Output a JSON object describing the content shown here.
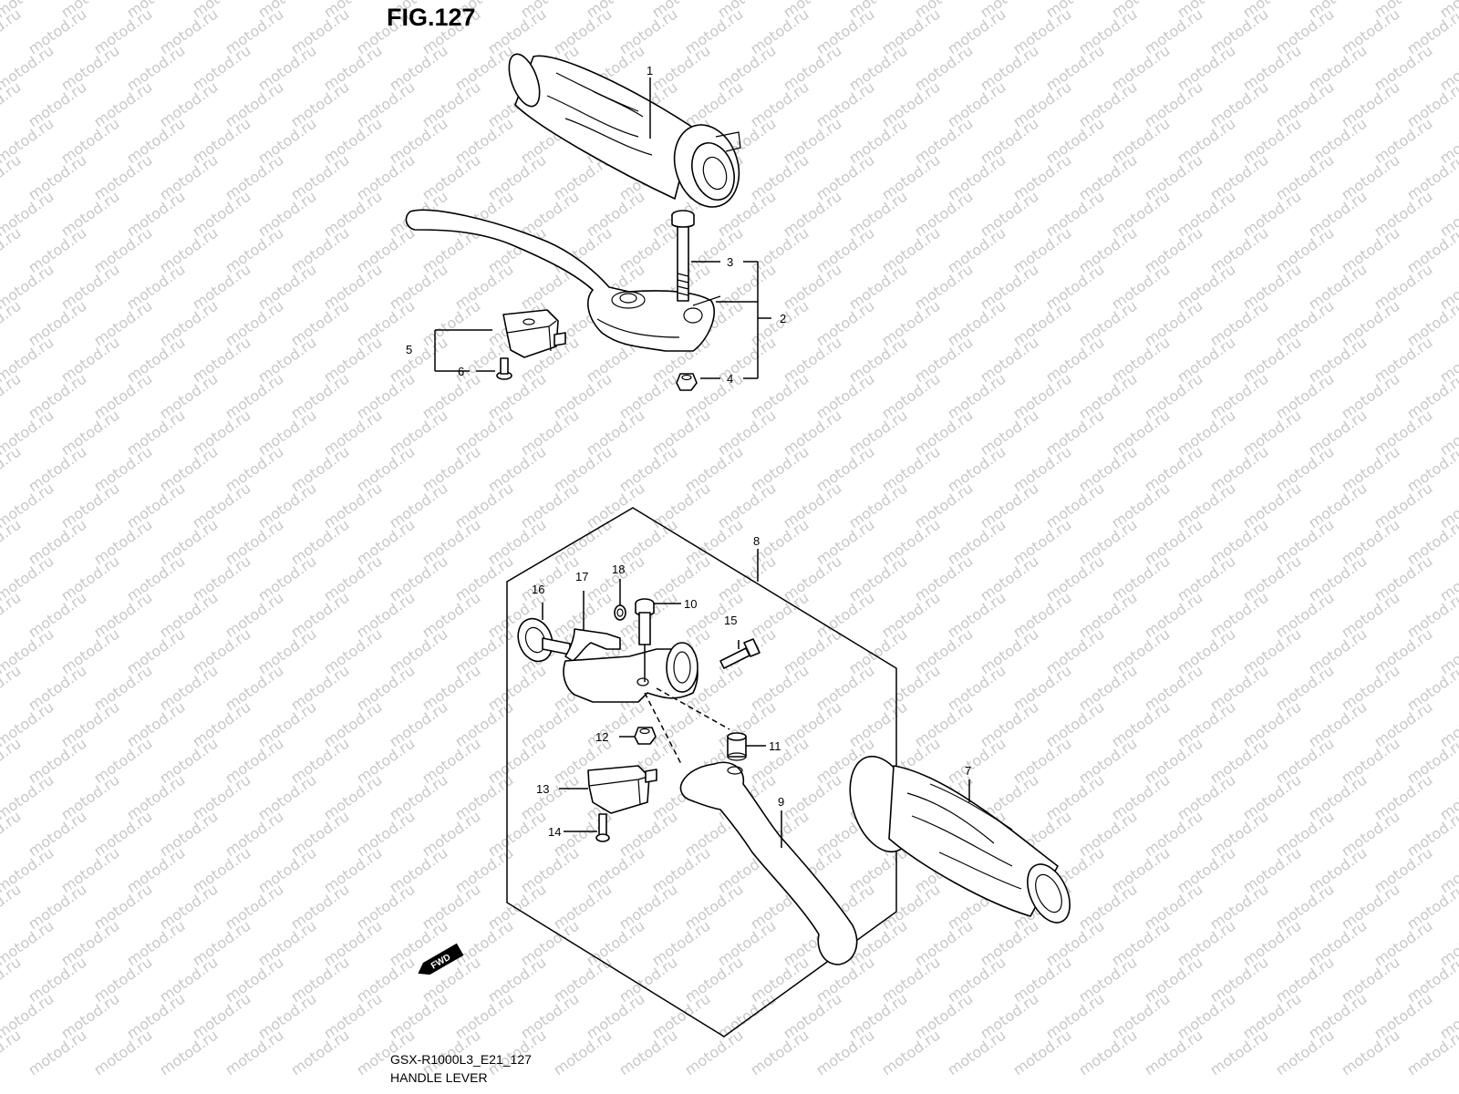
{
  "figure": {
    "title": "FIG.127"
  },
  "footer": {
    "code": "GSX-R1000L3_E21_127",
    "name": "HANDLE LEVER"
  },
  "watermark": {
    "text": "motod.ru",
    "color": "#c8c8c8"
  },
  "direction_badge": {
    "label": "FWD"
  },
  "callouts": {
    "c1": "1",
    "c2": "2",
    "c3": "3",
    "c4": "4",
    "c5": "5",
    "c6": "6",
    "c7": "7",
    "c8": "8",
    "c9": "9",
    "c10": "10",
    "c11": "11",
    "c12": "12",
    "c13": "13",
    "c14": "14",
    "c15": "15",
    "c16": "16",
    "c17": "17",
    "c18": "18"
  }
}
